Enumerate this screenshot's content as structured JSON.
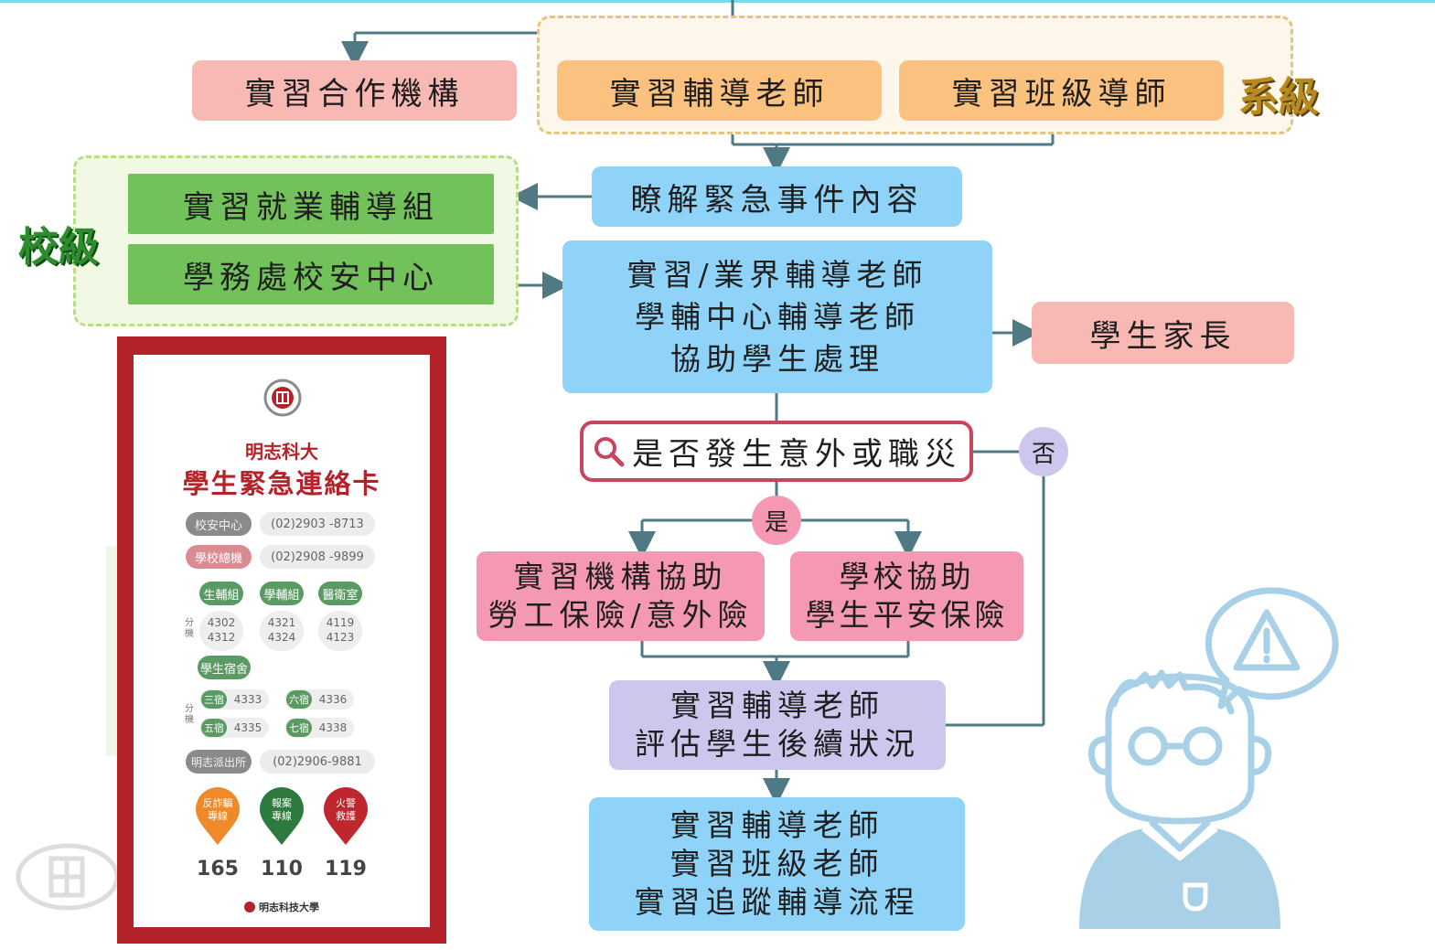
{
  "colors": {
    "pink_box": "#f8b9b4",
    "orange_box": "#fbc27f",
    "green_box": "#72c15b",
    "blue_box": "#8fd3f8",
    "rose_box": "#f598b2",
    "lavender_box": "#cdc7ee",
    "card_border": "#b4232a",
    "card_title": "#b4232a",
    "line": "#4f7a84",
    "dept_label": "#b88a1f",
    "school_label": "#2e8b2e"
  },
  "top": {
    "partner": "實習合作機構",
    "guide_teacher": "實習輔導老師",
    "class_teacher": "實習班級導師",
    "dept_label": "系級"
  },
  "school": {
    "label": "校級",
    "career_office": "實習就業輔導組",
    "safety_center": "學務處校安中心"
  },
  "flow": {
    "understand": "瞭解緊急事件內容",
    "assist_lines": [
      "實習/業界輔導老師",
      "學輔中心輔導老師",
      "協助學生處理"
    ],
    "parents": "學生家長",
    "question": "是否發生意外或職災",
    "yes": "是",
    "no": "否",
    "org_help": [
      "實習機構協助",
      "勞工保險/意外險"
    ],
    "school_help": [
      "學校協助",
      "學生平安保險"
    ],
    "assess": [
      "實習輔導老師",
      "評估學生後續狀況"
    ],
    "final": [
      "實習輔導老師",
      "實習班級老師",
      "實習追蹤輔導流程"
    ]
  },
  "card": {
    "school_name": "明志科大",
    "title": "學生緊急連絡卡",
    "rows": [
      {
        "label": "校安中心",
        "number": "(02)2903 -8713"
      },
      {
        "label": "學校總機",
        "number": "(02)2908 -9899"
      }
    ],
    "offices": [
      "生輔組",
      "學輔組",
      "醫衛室"
    ],
    "ext_label": "分機",
    "ext": [
      [
        "4302",
        "4312"
      ],
      [
        "4321",
        "4324"
      ],
      [
        "4119",
        "4123"
      ]
    ],
    "dorm": "學生宿舍",
    "dorm_ext": [
      {
        "label": "三宿",
        "num": "4333"
      },
      {
        "label": "六宿",
        "num": "4336"
      },
      {
        "label": "五宿",
        "num": "4335"
      },
      {
        "label": "七宿",
        "num": "4338"
      }
    ],
    "police": {
      "label": "明志派出所",
      "number": "(02)2906-9881"
    },
    "hotlines": [
      {
        "label": "反詐騙專線",
        "number": "165",
        "color": "#ee8a2a"
      },
      {
        "label": "報案專線",
        "number": "110",
        "color": "#2e7a3e"
      },
      {
        "label": "火警救護",
        "number": "119",
        "color": "#c0262d"
      }
    ],
    "footer": "明志科技大學"
  }
}
